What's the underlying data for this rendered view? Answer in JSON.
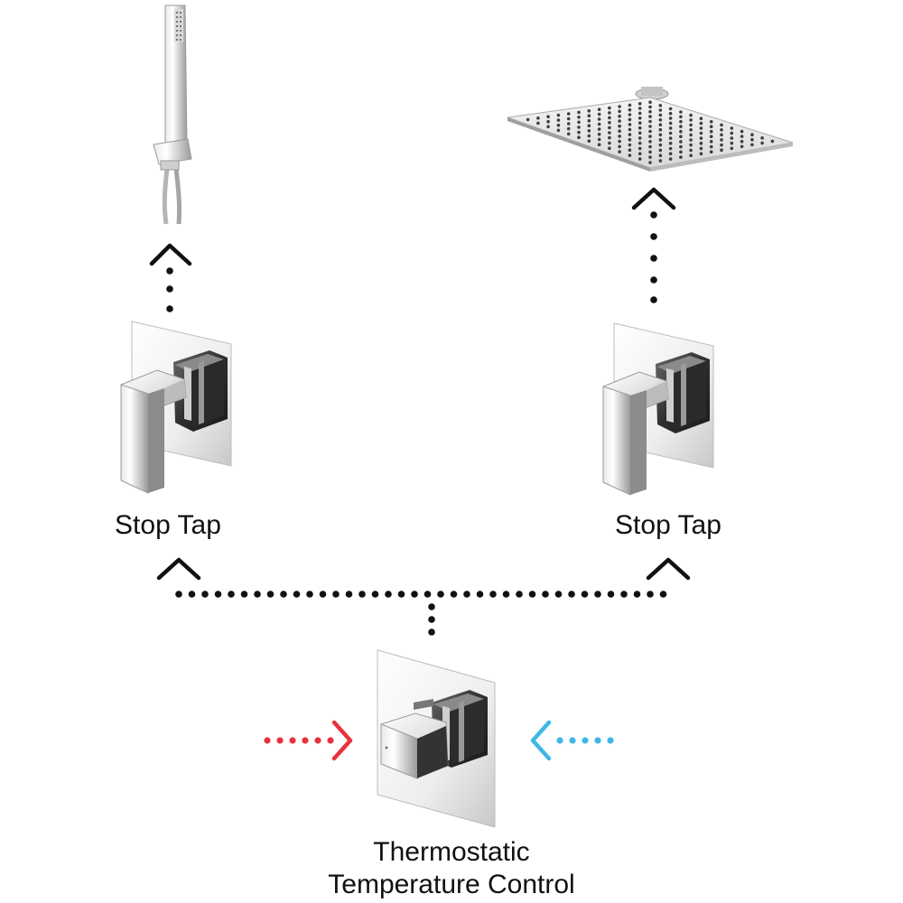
{
  "labels": {
    "stop_tap_left": "Stop Tap",
    "stop_tap_right": "Stop Tap",
    "thermostatic_line1": "Thermostatic",
    "thermostatic_line2": "Temperature Control"
  },
  "colors": {
    "dots": "#111111",
    "hot": "#e8323c",
    "cold": "#3db8e6",
    "chrome_light": "#f2f2f2",
    "chrome_mid": "#bdbdbd",
    "chrome_dark": "#3a3a3a"
  },
  "icons": {
    "handheld_shower": "handheld-shower-icon",
    "rain_shower_head": "rain-shower-head-icon",
    "stop_tap": "stop-tap-valve-icon",
    "thermostatic_valve": "thermostatic-valve-icon"
  }
}
